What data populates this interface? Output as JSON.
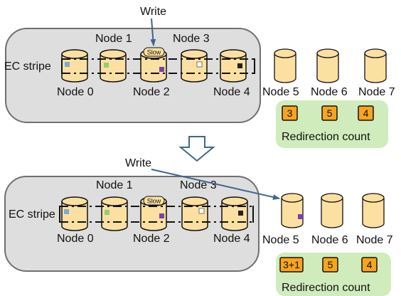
{
  "colors": {
    "group_fill": "#dedede",
    "group_stroke": "#707070",
    "node_fill": "#fbe0a1",
    "node_stroke": "#111111",
    "panel_fill": "#d1ecbc",
    "badge_fill": "#f9a41d",
    "arrow": "#41658f",
    "block_blue": "#7fa8d6",
    "block_green": "#8fd06a",
    "block_purple": "#7a3fb0",
    "block_white": "#ffffff",
    "block_dark": "#222222"
  },
  "top": {
    "write_label": "Write",
    "ec_stripe_label": "EC stripe",
    "slow_label": "Slow",
    "nodes": [
      "Node 0",
      "Node 1",
      "Node 2",
      "Node 3",
      "Node 4",
      "Node 5",
      "Node 6",
      "Node 7"
    ],
    "counts": [
      "3",
      "5",
      "4"
    ],
    "panel_label": "Redirection count"
  },
  "bottom": {
    "write_label": "Write",
    "ec_stripe_label": "EC stripe",
    "slow_label": "Slow",
    "nodes": [
      "Node 0",
      "Node 1",
      "Node 2",
      "Node 3",
      "Node 4",
      "Node 5",
      "Node 6",
      "Node 7"
    ],
    "counts": [
      "3+1",
      "5",
      "4"
    ],
    "panel_label": "Redirection count"
  }
}
